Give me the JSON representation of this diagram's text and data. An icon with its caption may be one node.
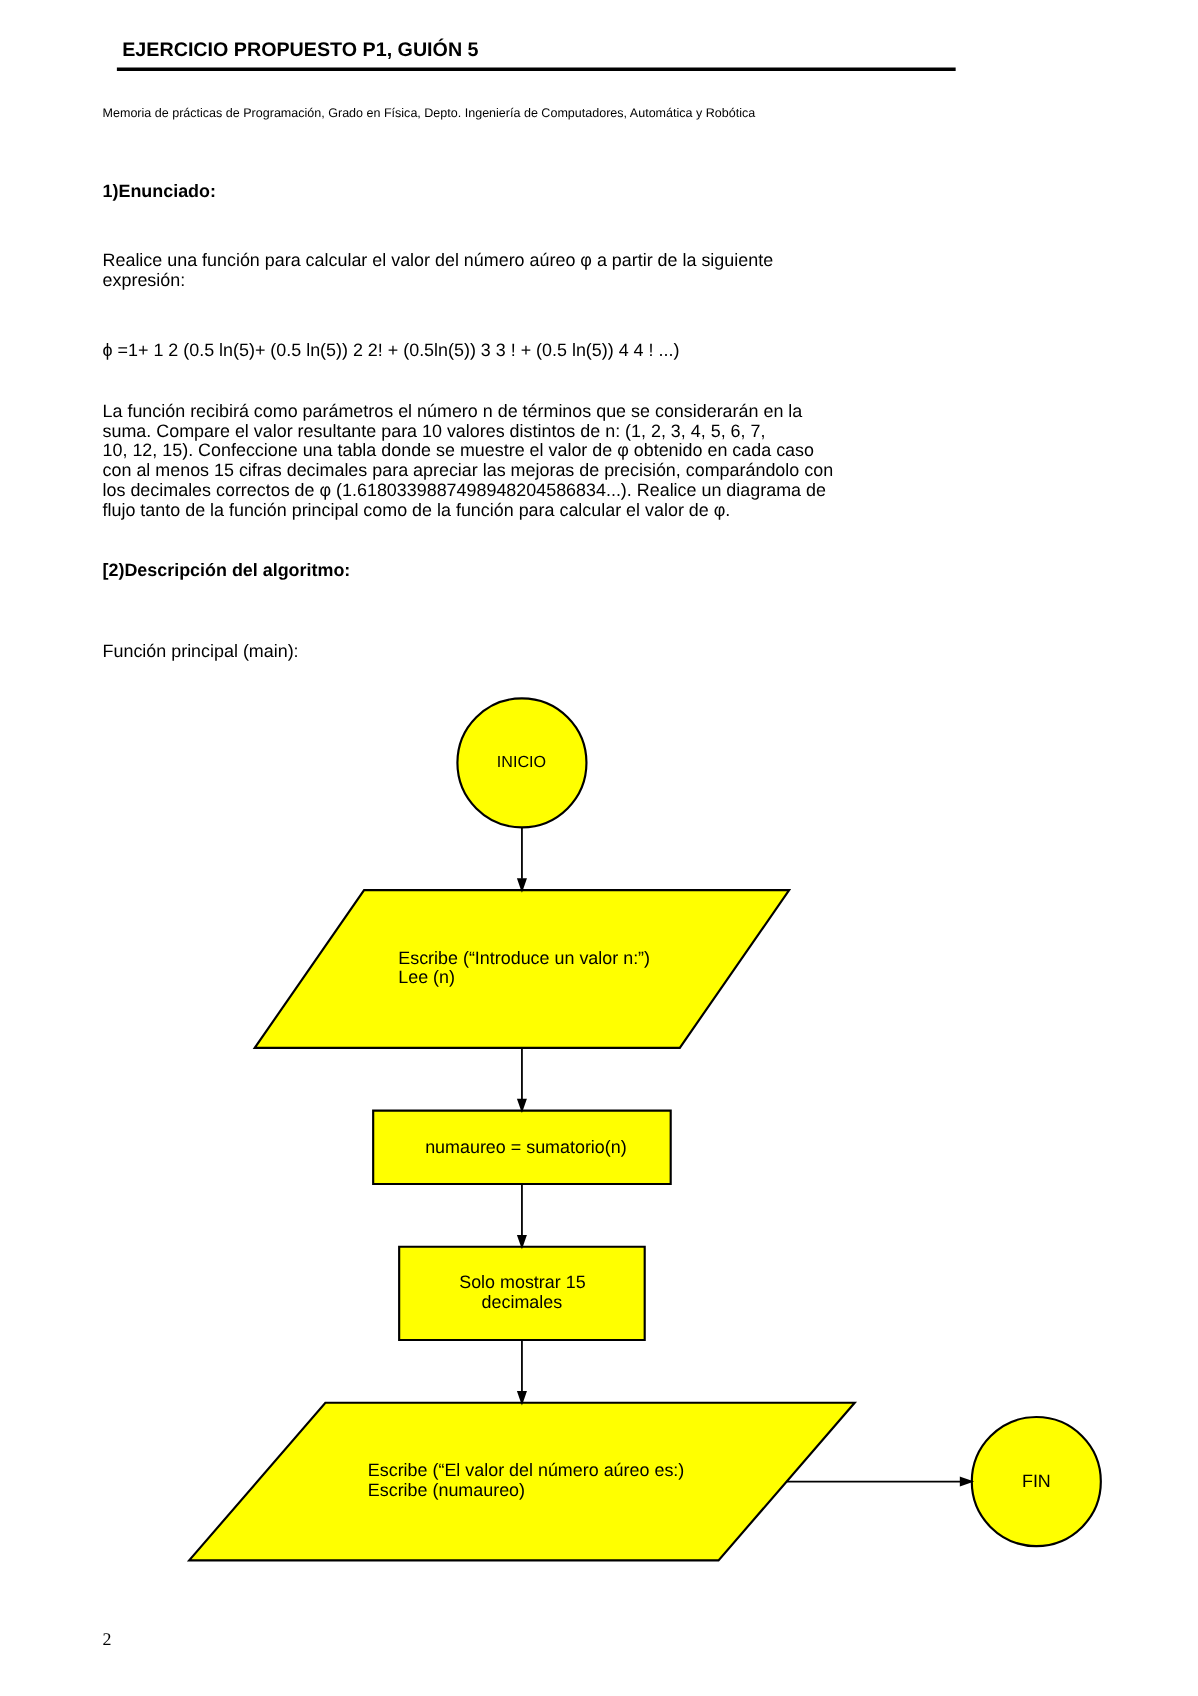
{
  "diagram": {
    "title": "EJERCICIO PROPUESTO P1, GUIÓN 5",
    "nodes": [
      {
        "text": [
          "INICIO"
        ]
      },
      {
        "text": [
          "Escribe (“Introduce un valor n:”)",
          "Lee (n)"
        ]
      },
      {
        "text": [
          "numaureo = sumatorio(n)"
        ]
      },
      {
        "text": [
          "Solo mostrar 15 decimales"
        ]
      },
      {
        "text": [
          "Escribe (“El valor del número aúreo es:)",
          "Escribe (numaureo)"
        ]
      },
      {
        "text": [
          "FIN"
        ]
      }
    ],
    "edges": [
      {
        "from": 0,
        "to": 1,
        "arrow": "to"
      },
      {
        "from": 1,
        "to": 2,
        "arrow": "to"
      },
      {
        "from": 2,
        "to": 3,
        "arrow": "to"
      },
      {
        "from": 3,
        "to": 4,
        "arrow": "to"
      },
      {
        "from": 4,
        "to": 5,
        "arrow": "to"
      }
    ],
    "labels": [
      "Memoria de prácticas de Programación, Grado en Física, Depto. Ingeniería de Computadores, Automática y Robótica",
      "1)Enunciado:",
      "Realice una función para calcular el valor del número aúreo φ a partir de la siguiente expresión:",
      "ϕ =1+ 1 2 (0.5 ln(5)+ (0.5 ln(5)) 2 2! + (0.5ln(5)) 3 3 ! + (0.5 ln(5)) 4 4 ! ...)",
      "La función recibirá como parámetros el número n de términos que se considerarán en la suma. Compare el valor resultante para 10 valores distintos de n: (1, 2, 3, 4, 5, 6, 7, 10, 12, 15). Confeccione una tabla donde se muestre el valor de φ obtenido en cada caso con al menos 15 cifras decimales para apreciar las mejoras de precisión, comparándolo con los decimales correctos de φ (1.6180339887498948204586834...). Realice un diagrama de flujo tanto de la función principal como de la función para calcular el valor de φ.",
      "[2)Descripción del algoritmo:",
      "Función principal (main):",
      "2"
    ]
  }
}
